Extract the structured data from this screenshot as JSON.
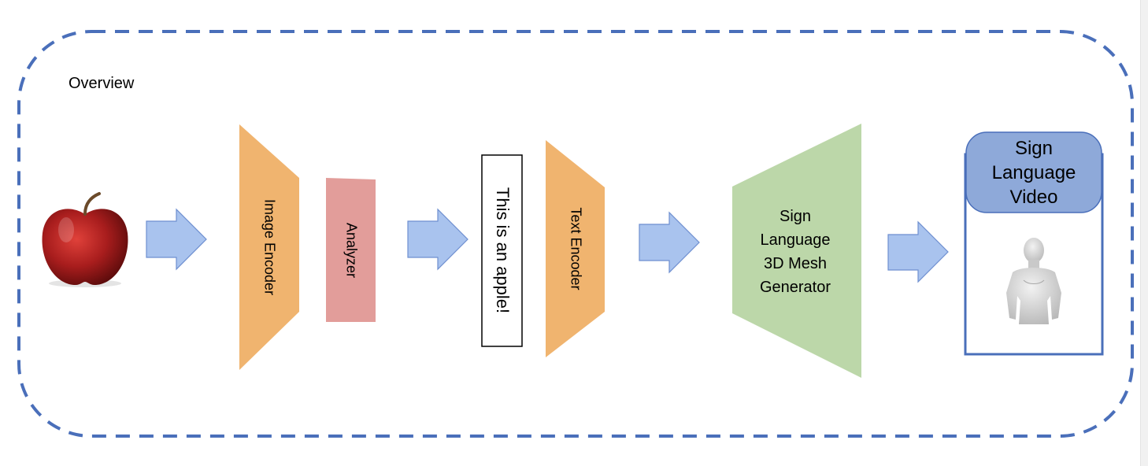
{
  "title": "Overview",
  "stages": {
    "image_encoder": "Image Encoder",
    "analyzer": "Analyzer",
    "caption": "This is an apple!",
    "text_encoder": "Text Encoder",
    "mesh_generator": [
      "Sign",
      "Language",
      "3D Mesh",
      "Generator"
    ],
    "video_header": [
      "Sign",
      "Language",
      "Video"
    ]
  },
  "colors": {
    "frame": "#4a6fba",
    "arrow_fill": "#a9c3ee",
    "arrow_stroke": "#6e8fd0",
    "encoder": "#f0b46f",
    "analyzer": "#e29d9a",
    "generator": "#bcd7a9",
    "video_header": "#8ea9d9",
    "video_border": "#4a6fba"
  },
  "icons": {
    "input": "apple-image",
    "output": "human-3d-mesh-figure"
  }
}
